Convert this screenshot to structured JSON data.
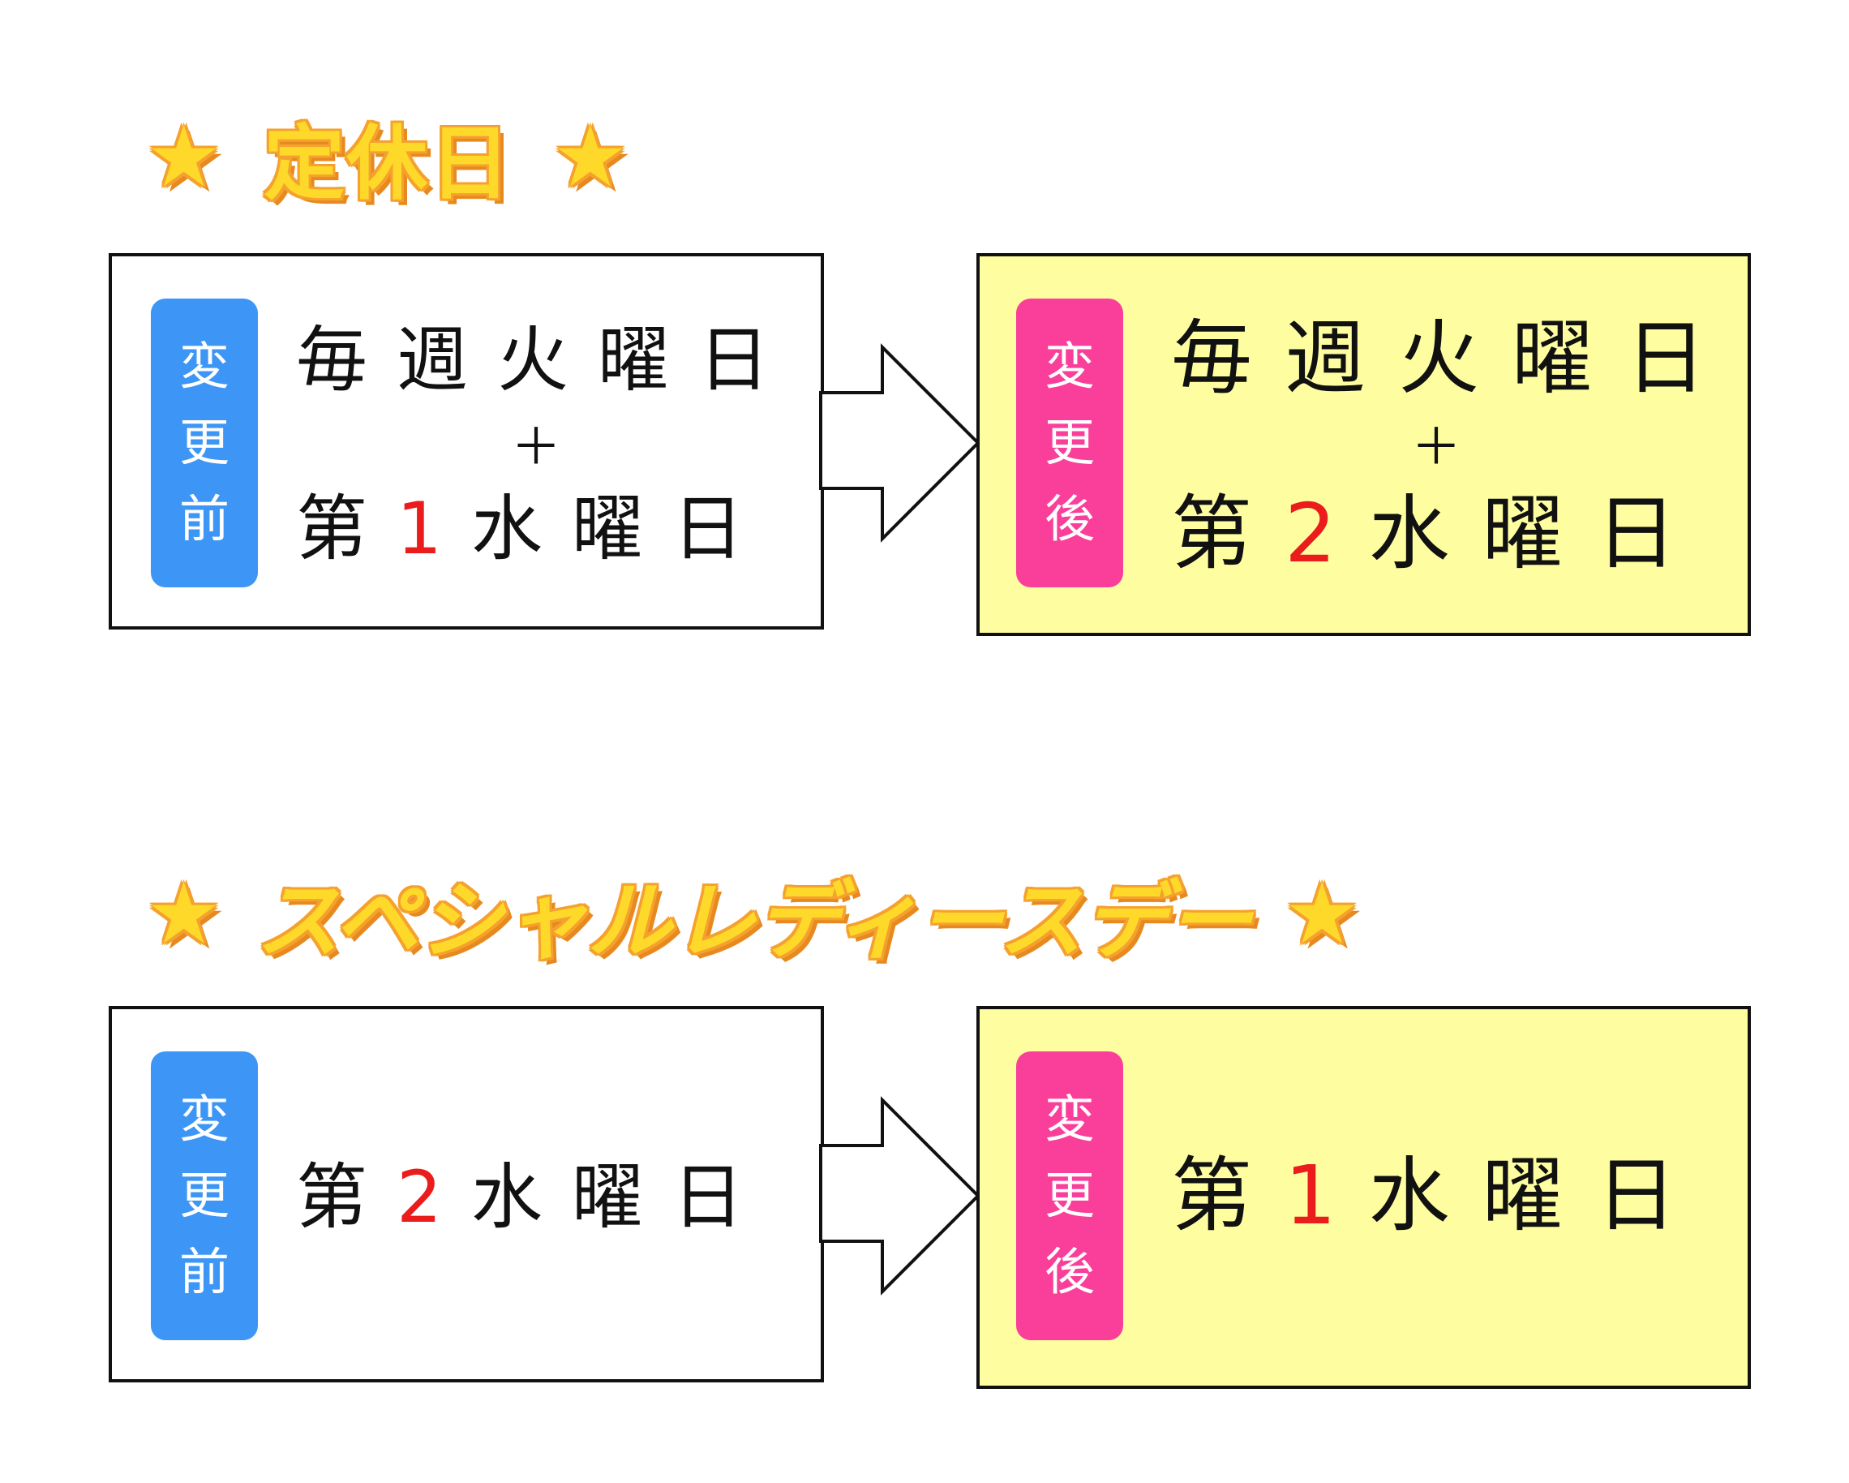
{
  "section1": {
    "star_left": "★",
    "title": "定休日",
    "star_right": "★",
    "before": {
      "badge": [
        "変",
        "更",
        "前"
      ],
      "line1": "毎週火曜日",
      "plus": "＋",
      "line2_prefix": "第",
      "line2_num": "1",
      "line2_suffix": "水曜日"
    },
    "after": {
      "badge": [
        "変",
        "更",
        "後"
      ],
      "line1": "毎週火曜日",
      "plus": "＋",
      "line2_prefix": "第",
      "line2_num": "2",
      "line2_suffix": "水曜日"
    }
  },
  "section2": {
    "star_left": "★",
    "title": "スペシャルレディースデー",
    "star_right": "★",
    "before": {
      "badge": [
        "変",
        "更",
        "前"
      ],
      "line_prefix": "第",
      "line_num": "2",
      "line_suffix": "水曜日"
    },
    "after": {
      "badge": [
        "変",
        "更",
        "後"
      ],
      "line_prefix": "第",
      "line_num": "1",
      "line_suffix": "水曜日"
    }
  },
  "colors": {
    "before_badge": "#3d96f5",
    "after_badge": "#fa3f9a",
    "after_box": "#fefea0",
    "highlight_number": "#ea1c1c",
    "heading_fill": "#ffd92a",
    "heading_outline": "#f5a12e"
  }
}
